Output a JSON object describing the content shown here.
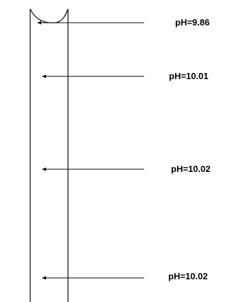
{
  "diagram": {
    "labels": [
      {
        "text": "pH=9.86"
      },
      {
        "text": "pH=10.01"
      },
      {
        "text": "pH=10.02"
      },
      {
        "text": "pH=10.02"
      }
    ]
  },
  "colors": {
    "line": "#000000",
    "background": "#ffffff"
  }
}
